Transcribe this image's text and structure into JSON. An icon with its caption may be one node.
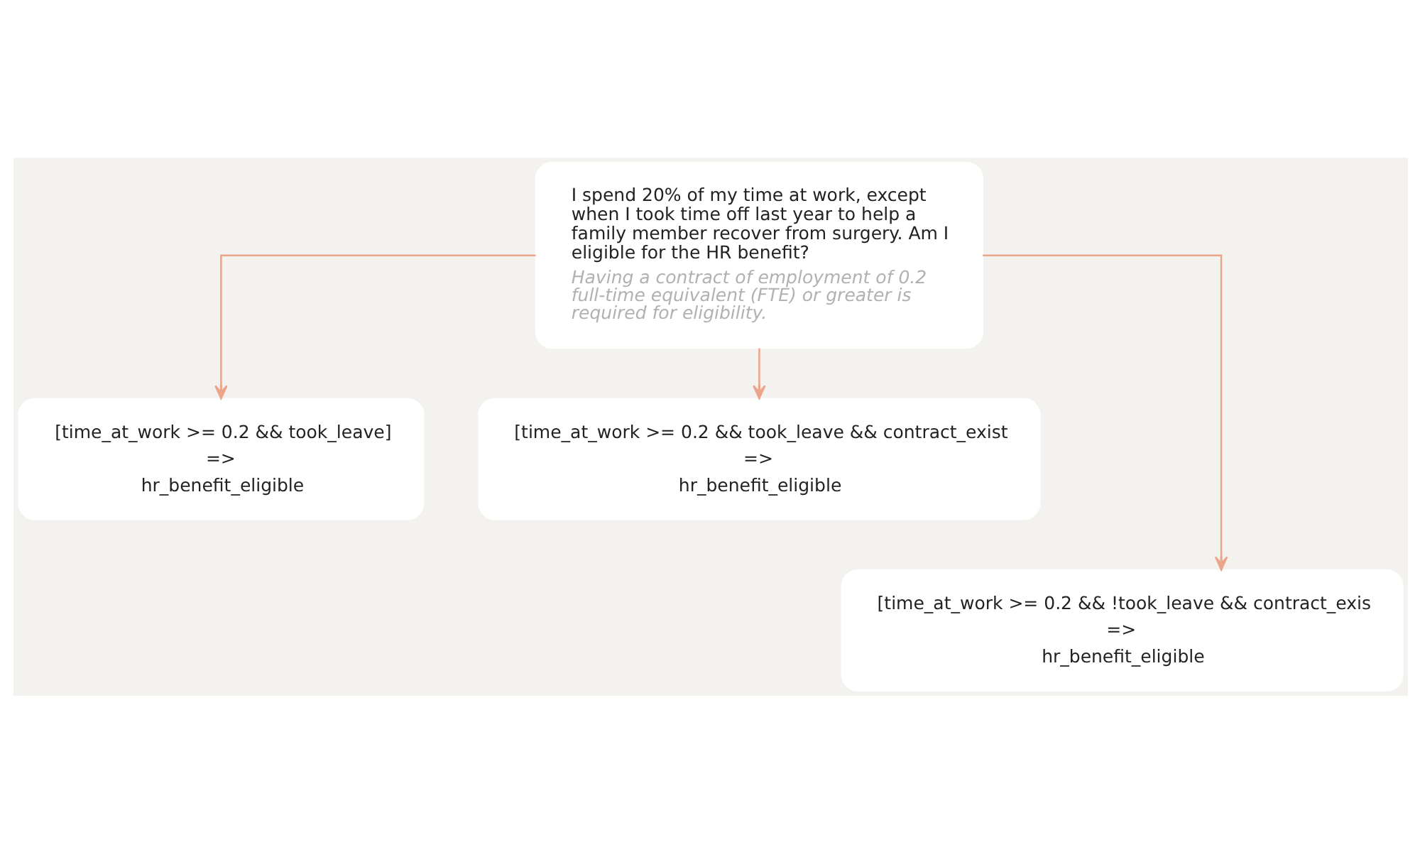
{
  "diagram": {
    "nodes": [
      {
        "text": [
          "I spend 20% of my time at work, except when I took time off last year to help a family member recover from surgery. Am I eligible for the HR benefit?",
          "Having a contract of employment of 0.2 full-time equivalent (FTE) or greater is required for eligibility."
        ]
      },
      {
        "text": [
          "[time_at_work >= 0.2 && took_leave]",
          "=>",
          "hr_benefit_eligible"
        ]
      },
      {
        "text": [
          "[time_at_work >= 0.2 && took_leave && contract_exist",
          "=>",
          "hr_benefit_eligible"
        ]
      },
      {
        "text": [
          "[time_at_work >= 0.2 && !took_leave && contract_exis",
          "=>",
          "hr_benefit_eligible"
        ]
      }
    ],
    "edges": [
      {
        "from": 0,
        "to": 1,
        "arrow": "to"
      },
      {
        "from": 0,
        "to": 2,
        "arrow": "to"
      },
      {
        "from": 0,
        "to": 3,
        "arrow": "to"
      }
    ]
  }
}
